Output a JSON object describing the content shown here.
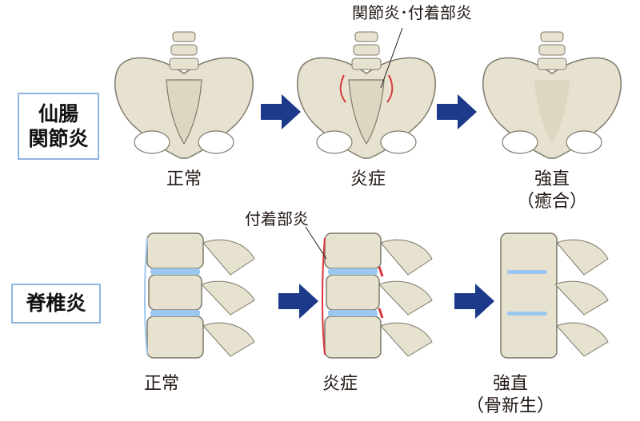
{
  "rows": {
    "sacroiliitis": {
      "label_line1": "仙腸",
      "label_line2": "関節炎"
    },
    "spondylitis": {
      "label": "脊椎炎"
    }
  },
  "pelvis": {
    "annotation": "関節炎･付着部炎",
    "stages": [
      {
        "label": "正常",
        "sub": ""
      },
      {
        "label": "炎症",
        "sub": ""
      },
      {
        "label": "強直",
        "sub": "（癒合）"
      }
    ]
  },
  "spine": {
    "annotation": "付着部炎",
    "stages": [
      {
        "label": "正常",
        "sub": ""
      },
      {
        "label": "炎症",
        "sub": ""
      },
      {
        "label": "強直",
        "sub": "（骨新生）"
      }
    ]
  },
  "colors": {
    "bone": "#e6e2cf",
    "bone_stroke": "#7d786a",
    "arrow": "#1d3a8a",
    "inflammation": "#d9343a",
    "disc": "#9cc8ef",
    "label_border": "#8fb3de"
  },
  "icons": {
    "arrow": "right-arrow-icon"
  }
}
